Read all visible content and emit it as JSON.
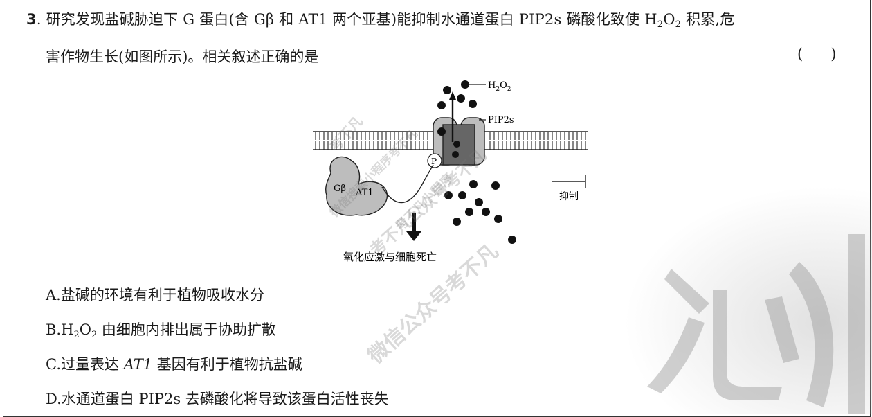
{
  "question": {
    "number": "3",
    "line1": ". 研究发现盐碱胁迫下 G 蛋白(含 Gβ 和 AT1 两个亚基)能抑制水通道蛋白 PIP2s 磷酸化致使 H",
    "line1_sub1": "2",
    "line1_mid": "O",
    "line1_sub2": "2",
    "line1_end": " 积累,危",
    "line2": "害作物生长(如图所示)。相关叙述正确的是",
    "answer_paren": "(      )"
  },
  "figure": {
    "label_h2o2": "H",
    "label_h2o2_sub1": "2",
    "label_h2o2_mid": "O",
    "label_h2o2_sub2": "2",
    "label_pip2s": "PIP2s",
    "label_gbeta": "Gβ",
    "label_at1": "AT1",
    "label_p": "P",
    "label_inhibit": "抑制",
    "label_outcome": "氧化应激与细胞死亡"
  },
  "options": [
    {
      "letter": "A.",
      "text": "盐碱的环境有利于植物吸收水分"
    },
    {
      "letter": "B.",
      "pre": "H",
      "sub1": "2",
      "mid": "O",
      "sub2": "2",
      "text": " 由细胞内排出属于协助扩散"
    },
    {
      "letter": "C.",
      "pre": "过量表达 ",
      "gene": "AT1",
      "text": " 基因有利于植物抗盐碱"
    },
    {
      "letter": "D.",
      "text": "水通道蛋白 PIP2s 去磷酸化将导致该蛋白活性丧失"
    }
  ],
  "watermarks": [
    "考不凡",
    "微信搜索小程序考不凡",
    "考不凡小程序",
    "考不凡公众号考不凡",
    "微信公众号考不凡",
    "必"
  ]
}
